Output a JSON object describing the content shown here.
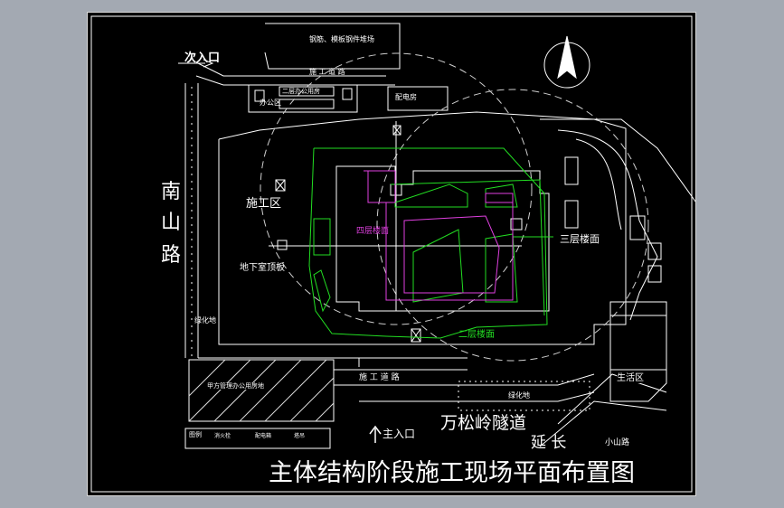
{
  "labels": {
    "secondary_entrance": "次入口",
    "steel_yard": "钢筋、模板钢件堆场",
    "construction_road_top": "施 工 道 路",
    "office": "办公区",
    "two_floor_office": "二层办公用房",
    "power_room": "配电房",
    "road_name_1": "南",
    "road_name_2": "山",
    "road_name_3": "路",
    "work_area": "施工区",
    "basement_roof": "地下室顶板",
    "floor_4": "四层楼面",
    "floor_3": "三层楼面",
    "floor_2": "二层楼面",
    "greening_left": "绿化地",
    "owner_office": "甲方管理办公用房地",
    "construction_road_bottom": "施 工 道 路",
    "greening_bottom": "绿化地",
    "main_entrance": "主入口",
    "tunnel_1": "万松岭隧道",
    "tunnel_2": "延 长",
    "living_area": "生活区",
    "xiaoshan_road": "小山路",
    "main_title": "主体结构阶段施工现场平面布置图"
  },
  "legend": {
    "title": "图例",
    "item_1": "消火栓",
    "item_2": "配电箱",
    "item_3": "塔吊"
  },
  "colors": {
    "background": "#000000",
    "line": "#ffffff",
    "green": "#22dd22",
    "magenta": "#e040e0"
  },
  "icons": [
    "north-arrow-icon",
    "tower-crane-icon",
    "entrance-arrow-icon"
  ]
}
